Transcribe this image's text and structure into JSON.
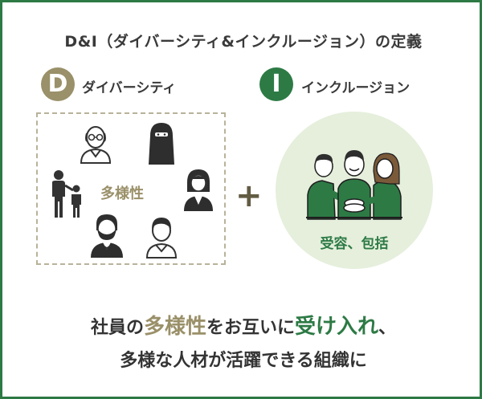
{
  "title": "D&I（ダイバーシティ&インクルージョン）の定義",
  "diversity": {
    "badge": "D",
    "label": "ダイバーシティ",
    "center": "多様性"
  },
  "plus": "+",
  "inclusion": {
    "badge": "I",
    "label": "インクルージョン",
    "caption": "受容、包括"
  },
  "message": {
    "line1": {
      "part1": "社員の",
      "highlight1": "多様性",
      "part2": "をお互いに",
      "highlight2": "受け入れ",
      "part3": "、"
    },
    "line2": "多様な人材が活躍できる組織に"
  },
  "colors": {
    "green": "#2d7a45",
    "olive": "#9a9069",
    "light_green": "#e5efdc",
    "dark": "#333333"
  },
  "icons": [
    "elderly-person-icon",
    "veiled-woman-icon",
    "parent-child-icon",
    "woman-icon",
    "bearded-man-icon",
    "young-person-icon",
    "team-handstack-icon"
  ]
}
